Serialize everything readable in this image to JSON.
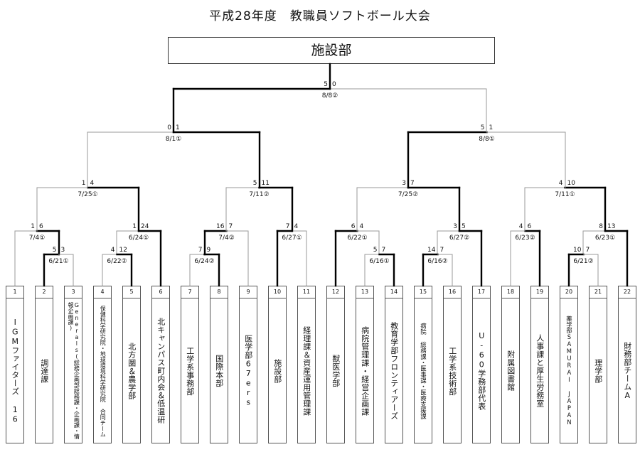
{
  "title": "平成28年度　教職員ソフトボール大会",
  "champion": "施設部",
  "teams": [
    {
      "num": "1",
      "name": "IGMファイターズ 16"
    },
    {
      "num": "2",
      "name": "調達課"
    },
    {
      "num": "3",
      "name": "Generals(総務企画部総務課・企画課・情報企画課)"
    },
    {
      "num": "4",
      "name": "保健科学研究院・地球環境科学研究院 合同チーム"
    },
    {
      "num": "5",
      "name": "北方圏＆農学部"
    },
    {
      "num": "6",
      "name": "北キャンパス町内会＆低温研"
    },
    {
      "num": "7",
      "name": "工学系事務部"
    },
    {
      "num": "8",
      "name": "国際本部"
    },
    {
      "num": "9",
      "name": "医学部67ers"
    },
    {
      "num": "10",
      "name": "施設部"
    },
    {
      "num": "11",
      "name": "経理課＆資産運用管理課"
    },
    {
      "num": "12",
      "name": "獣医学部"
    },
    {
      "num": "13",
      "name": "病院管理課・経営企画課"
    },
    {
      "num": "14",
      "name": "教育学部フロンティアーズ"
    },
    {
      "num": "15",
      "name": "病院 総務課・医事課・医療支援課"
    },
    {
      "num": "16",
      "name": "工学系技術部"
    },
    {
      "num": "17",
      "name": "U-60学務部代表"
    },
    {
      "num": "18",
      "name": "附属図書館"
    },
    {
      "num": "19",
      "name": "人事課と厚生労務室"
    },
    {
      "num": "20",
      "name": "薬学部SAMURAI JAPAN"
    },
    {
      "num": "21",
      "name": "理学部"
    },
    {
      "num": "22",
      "name": "財務部チームA"
    }
  ],
  "matches": [
    {
      "id": "m1_2",
      "date": "7/4①",
      "score_left": "1",
      "score_right": "6"
    },
    {
      "id": "m2_3",
      "date": "6/21①",
      "score_left": "5",
      "score_right": "3"
    },
    {
      "id": "m5_6",
      "date": "6/24①",
      "score_left": "1",
      "score_right": "24"
    },
    {
      "id": "m4_5",
      "date": "6/22②",
      "score_left": "4",
      "score_right": "12"
    },
    {
      "id": "m8_9",
      "date": "7/4②",
      "score_left": "16",
      "score_right": "7"
    },
    {
      "id": "m7_8",
      "date": "6/24②",
      "score_left": "7",
      "score_right": "9"
    },
    {
      "id": "m10_11",
      "date": "6/27①",
      "score_left": "7",
      "score_right": "4"
    },
    {
      "id": "m12_14",
      "date": "6/22①",
      "score_left": "6",
      "score_right": "4"
    },
    {
      "id": "m13_14",
      "date": "6/16①",
      "score_left": "5",
      "score_right": "7"
    },
    {
      "id": "m15_17",
      "date": "6/27②",
      "score_left": "3",
      "score_right": "5"
    },
    {
      "id": "m15_16",
      "date": "6/16②",
      "score_left": "14",
      "score_right": "7"
    },
    {
      "id": "m18_19",
      "date": "6/23②",
      "score_left": "4",
      "score_right": "6"
    },
    {
      "id": "m20_22",
      "date": "6/23①",
      "score_left": "8",
      "score_right": "13"
    },
    {
      "id": "m20_21",
      "date": "6/21②",
      "score_left": "10",
      "score_right": "7"
    },
    {
      "id": "qf1",
      "date": "7/25①",
      "score_left": "1",
      "score_right": "4"
    },
    {
      "id": "qf2",
      "date": "7/11②",
      "score_left": "5",
      "score_right": "11"
    },
    {
      "id": "qf3",
      "date": "7/25②",
      "score_left": "3",
      "score_right": "7"
    },
    {
      "id": "qf4",
      "date": "7/11①",
      "score_left": "4",
      "score_right": "10"
    },
    {
      "id": "sf1",
      "date": "8/1①",
      "score_left": "0",
      "score_right": "1"
    },
    {
      "id": "sf2",
      "date": "8/8①",
      "score_left": "5",
      "score_right": "1"
    },
    {
      "id": "final",
      "date": "8/8②",
      "score_left": "5",
      "score_right": "0"
    }
  ]
}
